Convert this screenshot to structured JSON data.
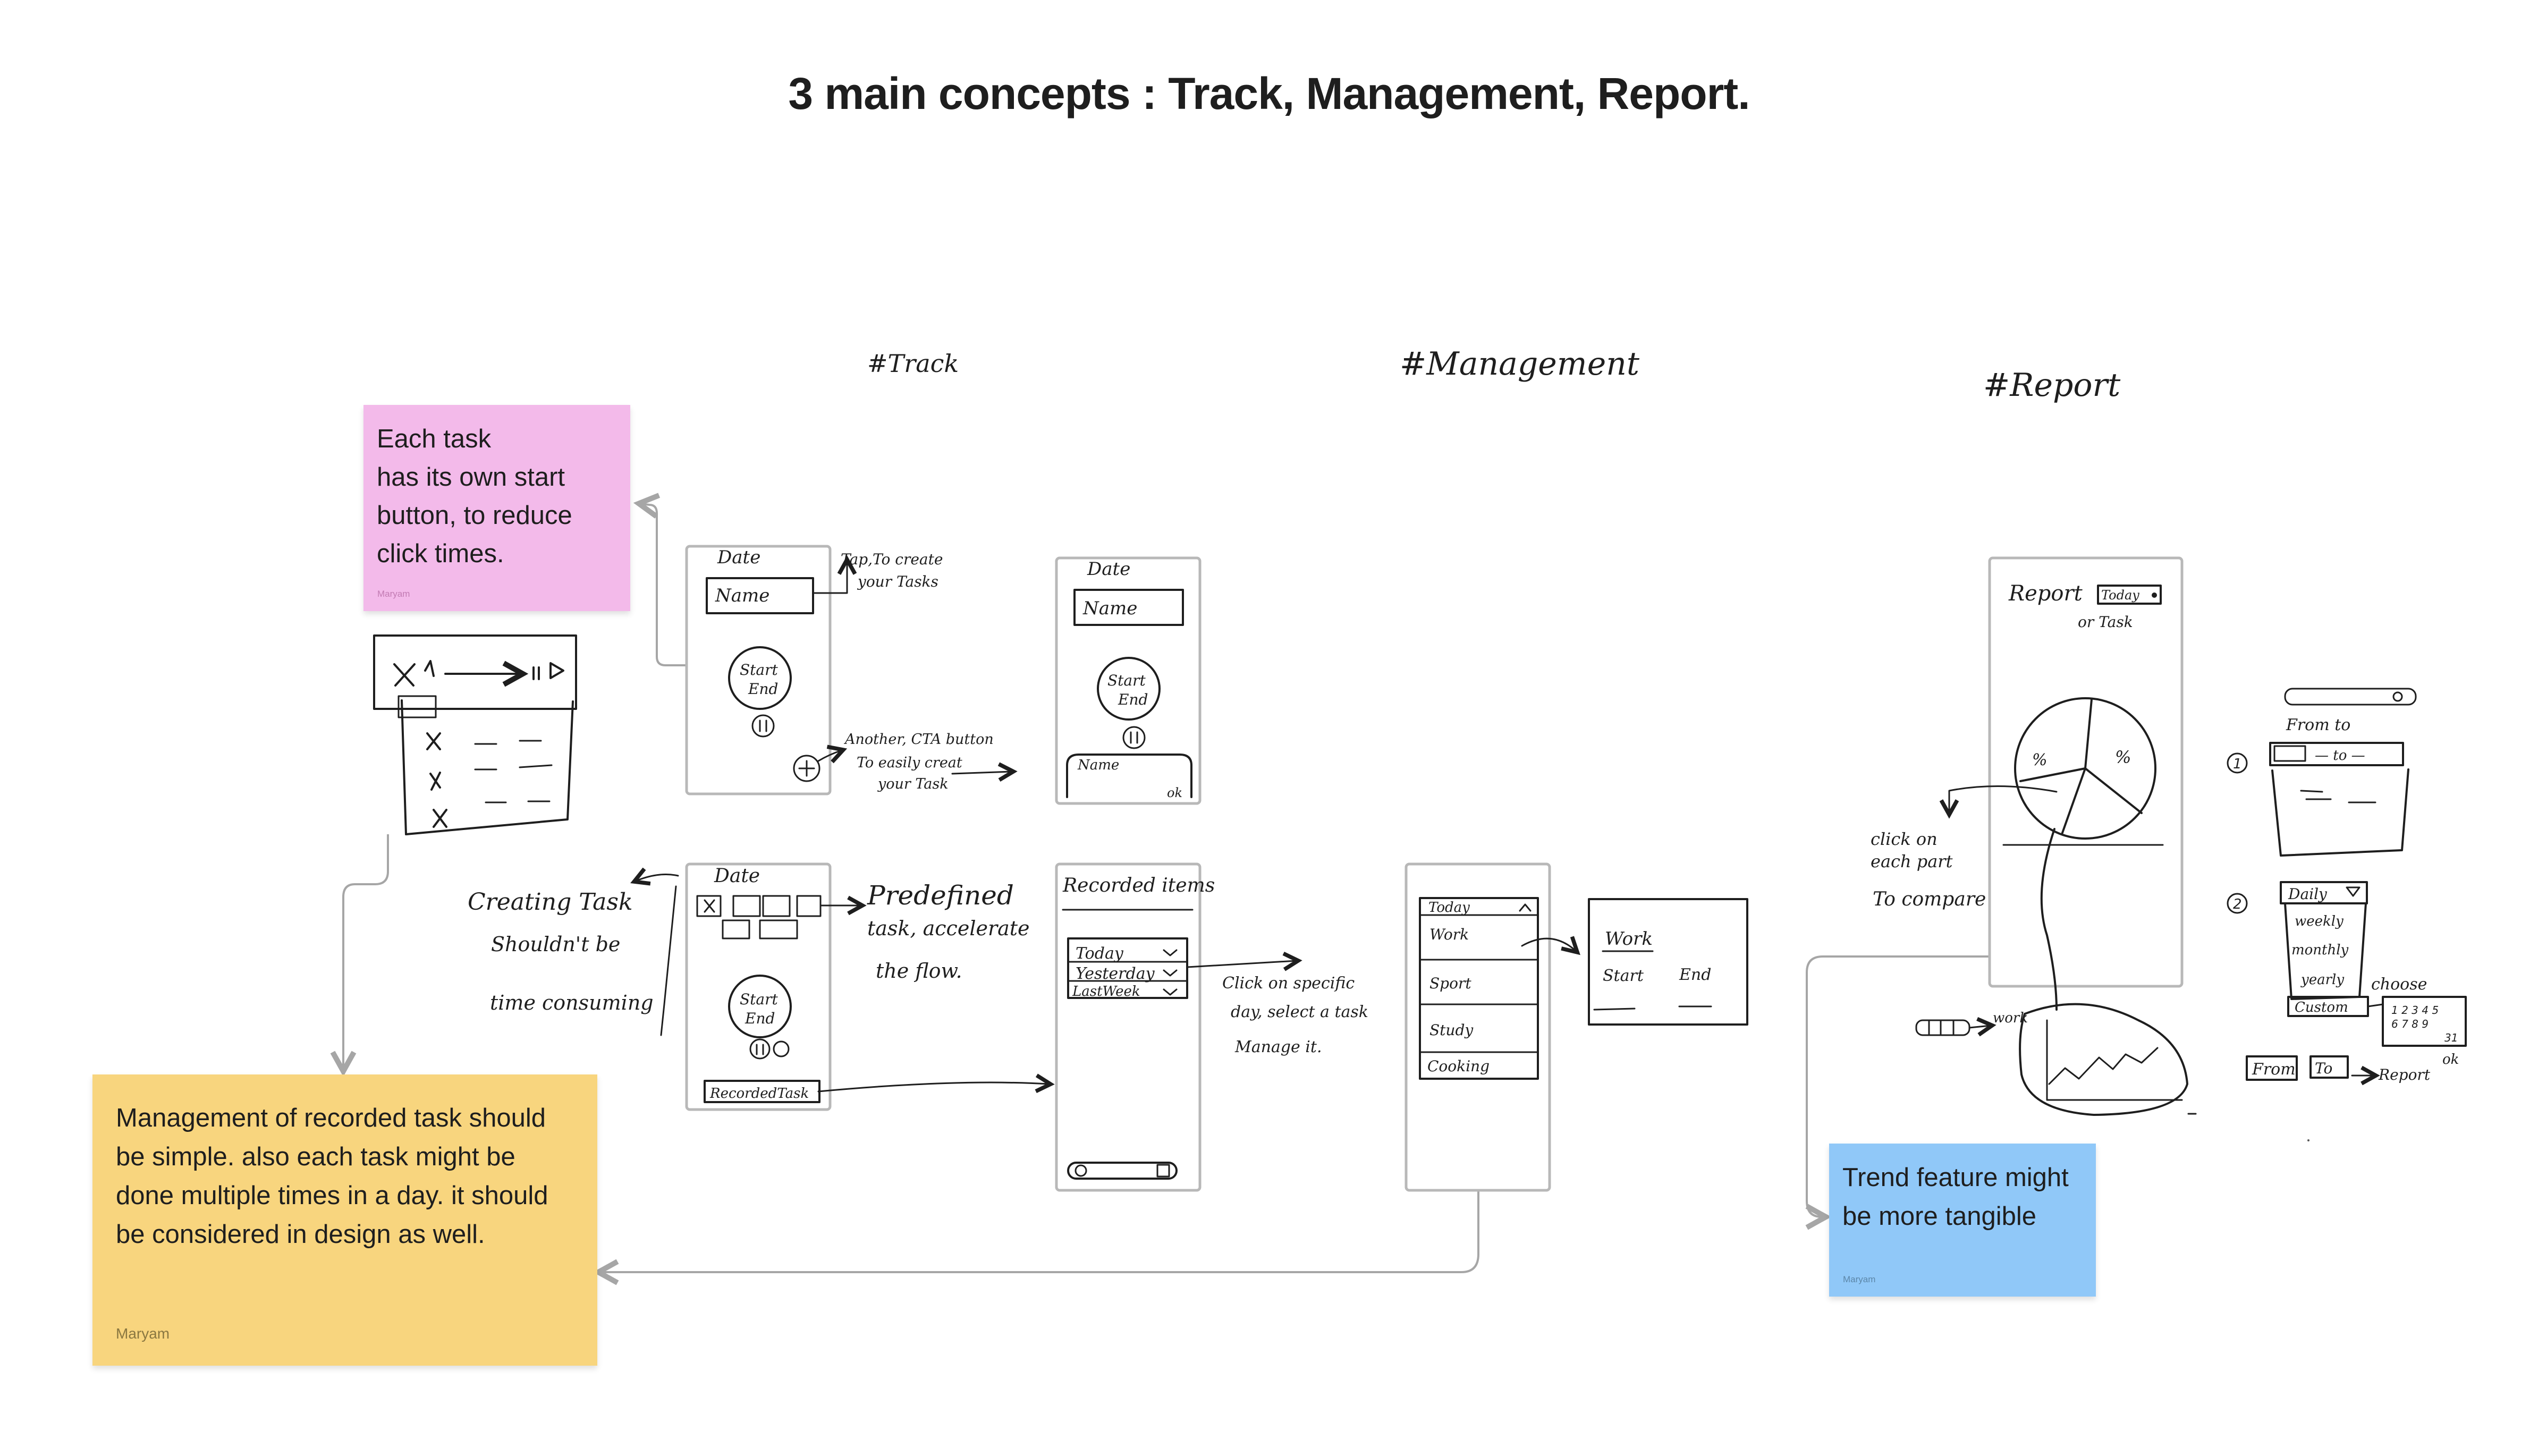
{
  "title": "3 main concepts : Track, Management, Report.",
  "section_headings": {
    "track": "#Track",
    "management": "#Management",
    "report": "#Report"
  },
  "stickies": {
    "pink": {
      "text": "Each task\nhas its own start\nbutton, to reduce\nclick times.",
      "author": "Maryam",
      "color": "#f3baea"
    },
    "yellow": {
      "text": "Management of  recorded task should\nbe simple. also each task might be\ndone multiple times in a day. it should\nbe considered in design as well.",
      "author": "Maryam",
      "color": "#f8d57e"
    },
    "blue": {
      "text": "Trend feature might\nbe more tangible",
      "author": "Maryam",
      "color": "#90c8f8"
    }
  },
  "sketch_texts": {
    "track1_date": "Date",
    "track1_name": "Name",
    "track1_start": "Start",
    "track1_end": "End",
    "tap_note_1": "Tap,To create",
    "tap_note_2": "your Tasks",
    "cta_note_1": "Another, CTA button",
    "cta_note_2": "To easily creat",
    "cta_note_3": "your Task",
    "track2_date": "Date",
    "track2_name": "Name",
    "track2_start": "Start",
    "track2_end": "End",
    "track2_name_small": "Name",
    "track2_ok": "ok",
    "track3_date": "Date",
    "track3_start": "Start",
    "track3_end": "End",
    "track3_recorded": "RecordedTask",
    "predef_1": "Predefined",
    "predef_2": "task, accelerate",
    "predef_3": "the flow.",
    "creating_1": "Creating Task",
    "creating_2": "Shouldn't be",
    "creating_3": "time consuming",
    "recorded_title": "Recorded items",
    "rec_today": "Today",
    "rec_yesterday": "Yesterday",
    "rec_lastweek": "LastWeek",
    "click_note_1": "Click on specific",
    "click_note_2": "day, select a task",
    "click_note_3": "Manage it.",
    "mgmt_today": "Today",
    "mgmt_work": "Work",
    "mgmt_sport": "Sport",
    "mgmt_study": "Study",
    "mgmt_cooking": "Cooking",
    "detail_work": "Work",
    "detail_start": "Start",
    "detail_end": "End",
    "report_title": "Report",
    "report_today": "Today",
    "report_or_task": "or Task",
    "pie_pct_1": "%",
    "pie_pct_2": "%",
    "compare_1": "click on",
    "compare_2": "each part",
    "compare_3": "To compare",
    "trend_work": "work",
    "from_to_1": "From   to",
    "from_to_2": "— to —",
    "num_1": "1",
    "num_2": "2",
    "opt_daily": "Daily",
    "opt_weekly": "weekly",
    "opt_monthly": "monthly",
    "opt_yearly": "yearly",
    "opt_custom": "Custom",
    "choose": "choose",
    "cal_row_1": "1 2 3 4 5",
    "cal_row_2": "6 7 8 9",
    "cal_row_3": "31",
    "cal_ok": "ok",
    "from_btn": "From",
    "to_btn": "To",
    "report_btn": "Report"
  }
}
